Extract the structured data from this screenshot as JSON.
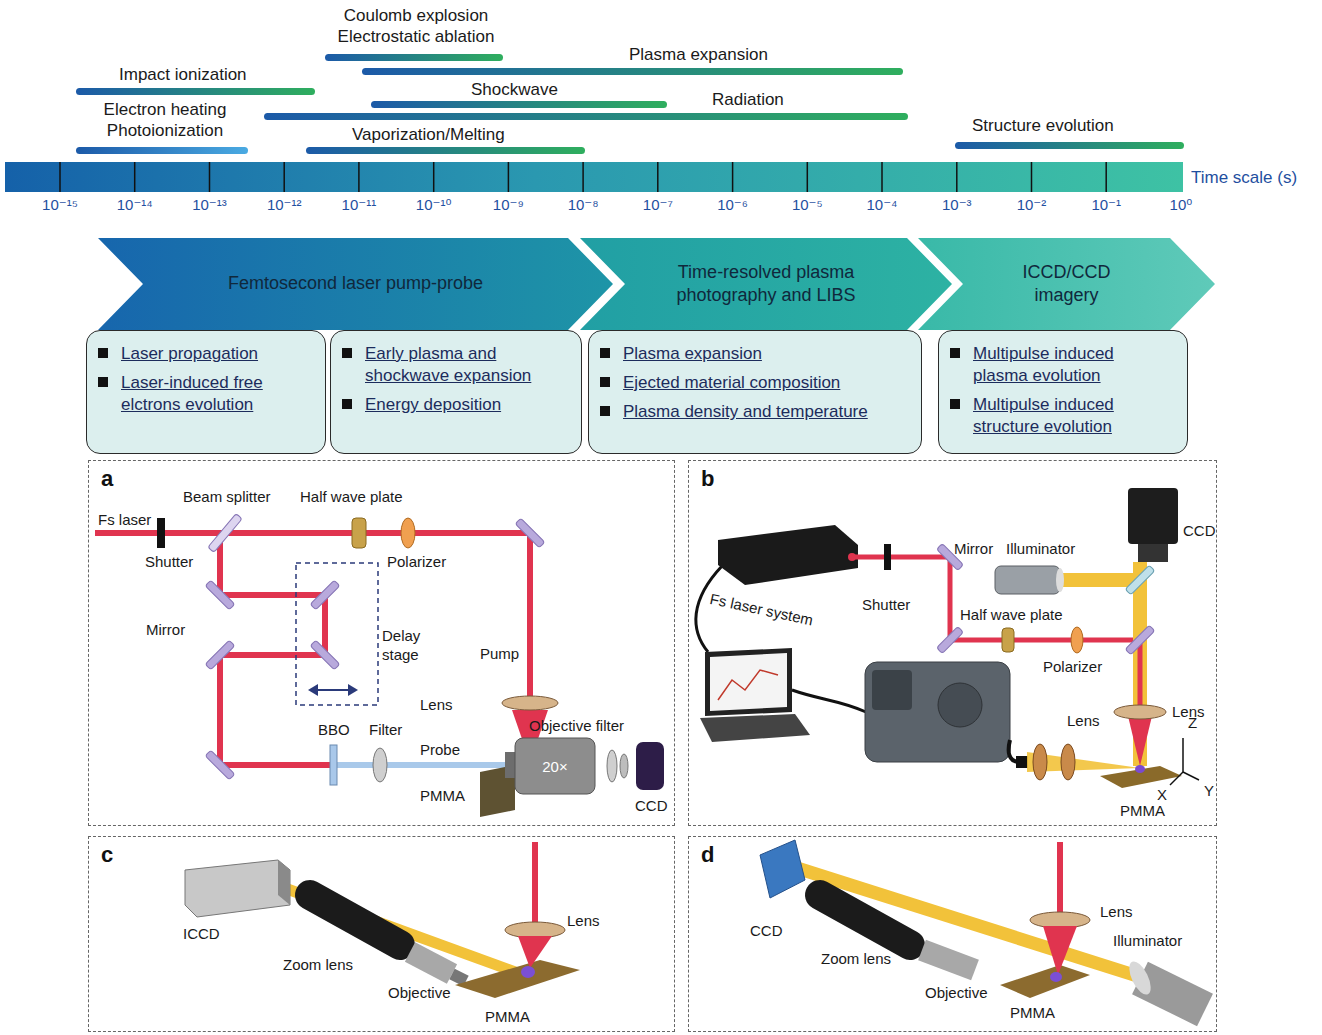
{
  "diagram": {
    "nodes": [
      {
        "text": [
          "Femtosecond laser pump-probe"
        ]
      },
      {
        "text": [
          "Time-resolved plasma photography and LIBS"
        ]
      },
      {
        "text": [
          "ICCD/CCD imagery"
        ]
      },
      {
        "text": [
          "Laser propagation",
          "Laser-induced free elctrons evolution"
        ]
      },
      {
        "text": [
          "Early plasma and shockwave expansion",
          "Energy deposition"
        ]
      },
      {
        "text": [
          "Plasma expansion",
          "Ejected material composition",
          "Plasma density and temperature"
        ]
      },
      {
        "text": [
          "Multipulse induced plasma evolution",
          "Multipulse induced structure evolution"
        ]
      },
      {
        "text": [
          "a"
        ]
      },
      {
        "text": [
          "b"
        ]
      },
      {
        "text": [
          "c"
        ]
      },
      {
        "text": [
          "d"
        ]
      }
    ],
    "labels": [
      "Coulomb explosion Electrostatic ablation",
      "Plasma expansion",
      "Impact ionization",
      "Shockwave",
      "Radiation",
      "Electron heating Photoionization",
      "Vaporization/Melting",
      "Structure evolution",
      "10⁻¹⁵",
      "10⁻¹⁴",
      "10⁻¹³",
      "10⁻¹²",
      "10⁻¹¹",
      "10⁻¹⁰",
      "10⁻⁹",
      "10⁻⁸",
      "10⁻⁷",
      "10⁻⁶",
      "10⁻⁵",
      "10⁻⁴",
      "10⁻³",
      "10⁻²",
      "10⁻¹",
      "10⁰",
      "Time scale (s)",
      "Fs laser",
      "Beam splitter",
      "Half wave plate",
      "Shutter",
      "Polarizer",
      "Mirror",
      "Delay stage",
      "Pump",
      "Lens",
      "BBO",
      "Filter",
      "Objective filter",
      "Probe",
      "20×",
      "PMMA",
      "CCD",
      "CCD",
      "Mirror",
      "Illuminator",
      "Fs laser system",
      "Shutter",
      "Half wave plate",
      "Polarizer",
      "Lens",
      "Lens",
      "Z",
      "X",
      "Y",
      "PMMA",
      "ICCD",
      "Lens",
      "Zoom lens",
      "Objective",
      "PMMA",
      "CCD",
      "Lens",
      "Zoom lens",
      "Illuminator",
      "Objective",
      "PMMA"
    ]
  }
}
